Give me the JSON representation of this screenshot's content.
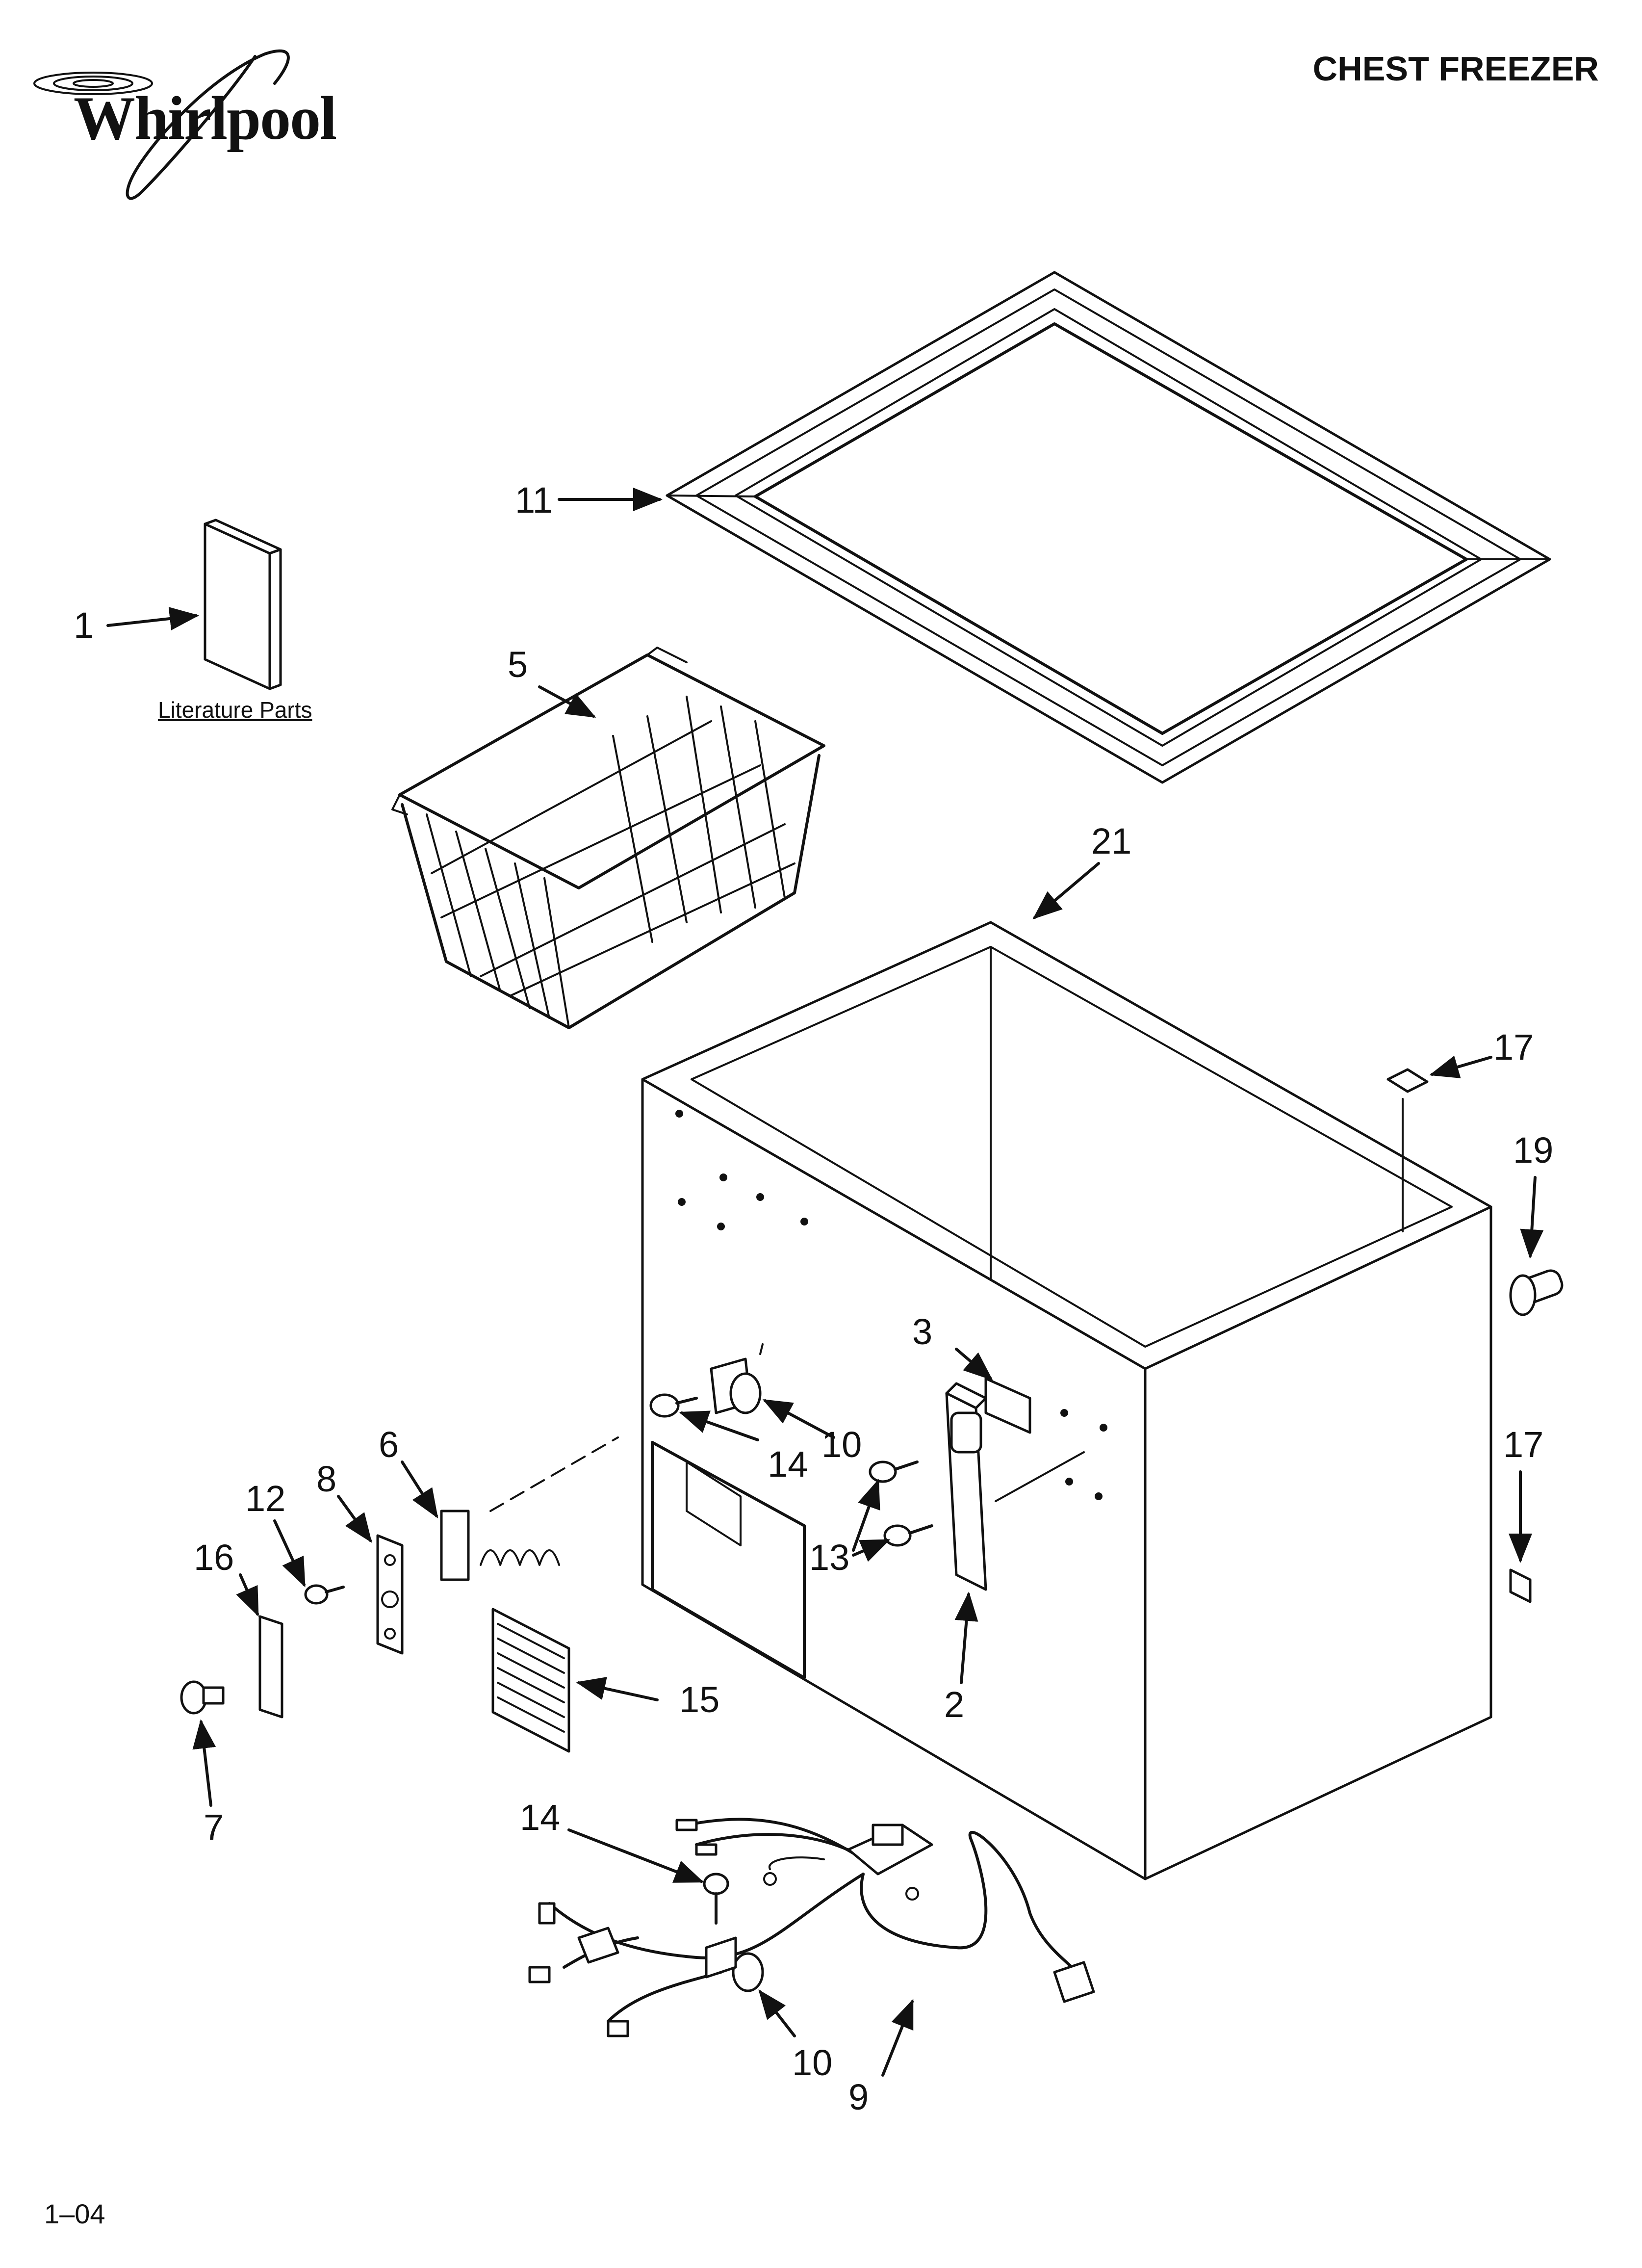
{
  "brand": {
    "name": "Whirlpool"
  },
  "header": {
    "title": "CHEST FREEZER"
  },
  "footer": {
    "code": "1–04"
  },
  "literature_label": "Literature Parts",
  "callouts": [
    {
      "id": "c1",
      "label": "1"
    },
    {
      "id": "c5",
      "label": "5"
    },
    {
      "id": "c11",
      "label": "11"
    },
    {
      "id": "c21",
      "label": "21"
    },
    {
      "id": "c17a",
      "label": "17"
    },
    {
      "id": "c19",
      "label": "19"
    },
    {
      "id": "c17b",
      "label": "17"
    },
    {
      "id": "c3",
      "label": "3"
    },
    {
      "id": "c10a",
      "label": "10"
    },
    {
      "id": "c14a",
      "label": "14"
    },
    {
      "id": "c13",
      "label": "13"
    },
    {
      "id": "c2",
      "label": "2"
    },
    {
      "id": "c6",
      "label": "6"
    },
    {
      "id": "c8",
      "label": "8"
    },
    {
      "id": "c12",
      "label": "12"
    },
    {
      "id": "c16",
      "label": "16"
    },
    {
      "id": "c7",
      "label": "7"
    },
    {
      "id": "c15",
      "label": "15"
    },
    {
      "id": "c14b",
      "label": "14"
    },
    {
      "id": "c10b",
      "label": "10"
    },
    {
      "id": "c9",
      "label": "9"
    }
  ]
}
